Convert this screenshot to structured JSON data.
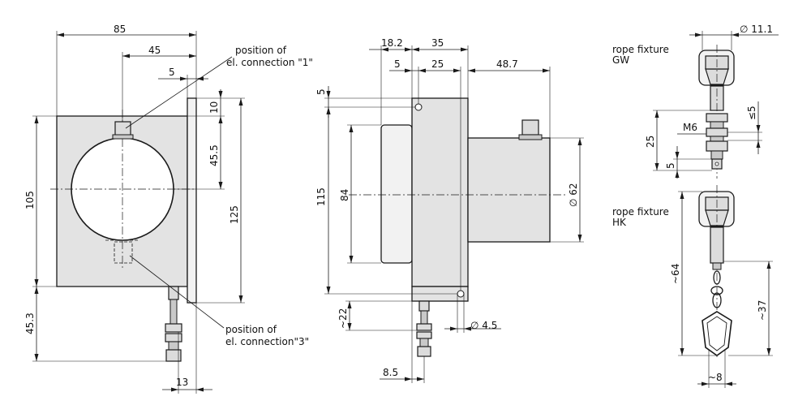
{
  "front_view": {
    "width_85": "85",
    "offset_45": "45",
    "offset_5": "5",
    "top_10": "10",
    "center_45_5": "45.5",
    "height_105": "105",
    "height_125": "125",
    "below_45_3": "45.3",
    "bottom_13": "13",
    "note_connection_1": [
      "position of",
      "el. connection \"1\""
    ],
    "note_connection_3": [
      "position of",
      "el. connection\"3\""
    ]
  },
  "side_view": {
    "dim_18_2": "18.2",
    "dim_35": "35",
    "dim_5": "5",
    "dim_25": "25",
    "dim_48_7": "48.7",
    "dim_top_5": "5",
    "dim_115": "115",
    "dim_84": "84",
    "dim_62": "∅ 62",
    "dim_22": "~22",
    "dim_4_5": "∅ 4.5",
    "dim_8_5": "8.5"
  },
  "rope_fixture_gw": {
    "label": [
      "rope fixture",
      "GW"
    ],
    "dim_11_1": "∅ 11.1",
    "dim_m6": "M6",
    "dim_le5": "≤5",
    "dim_25": "25",
    "dim_5": "5"
  },
  "rope_fixture_hk": {
    "label": [
      "rope fixture",
      "HK"
    ],
    "dim_64": "~64",
    "dim_37": "~37",
    "dim_8": "~8"
  }
}
